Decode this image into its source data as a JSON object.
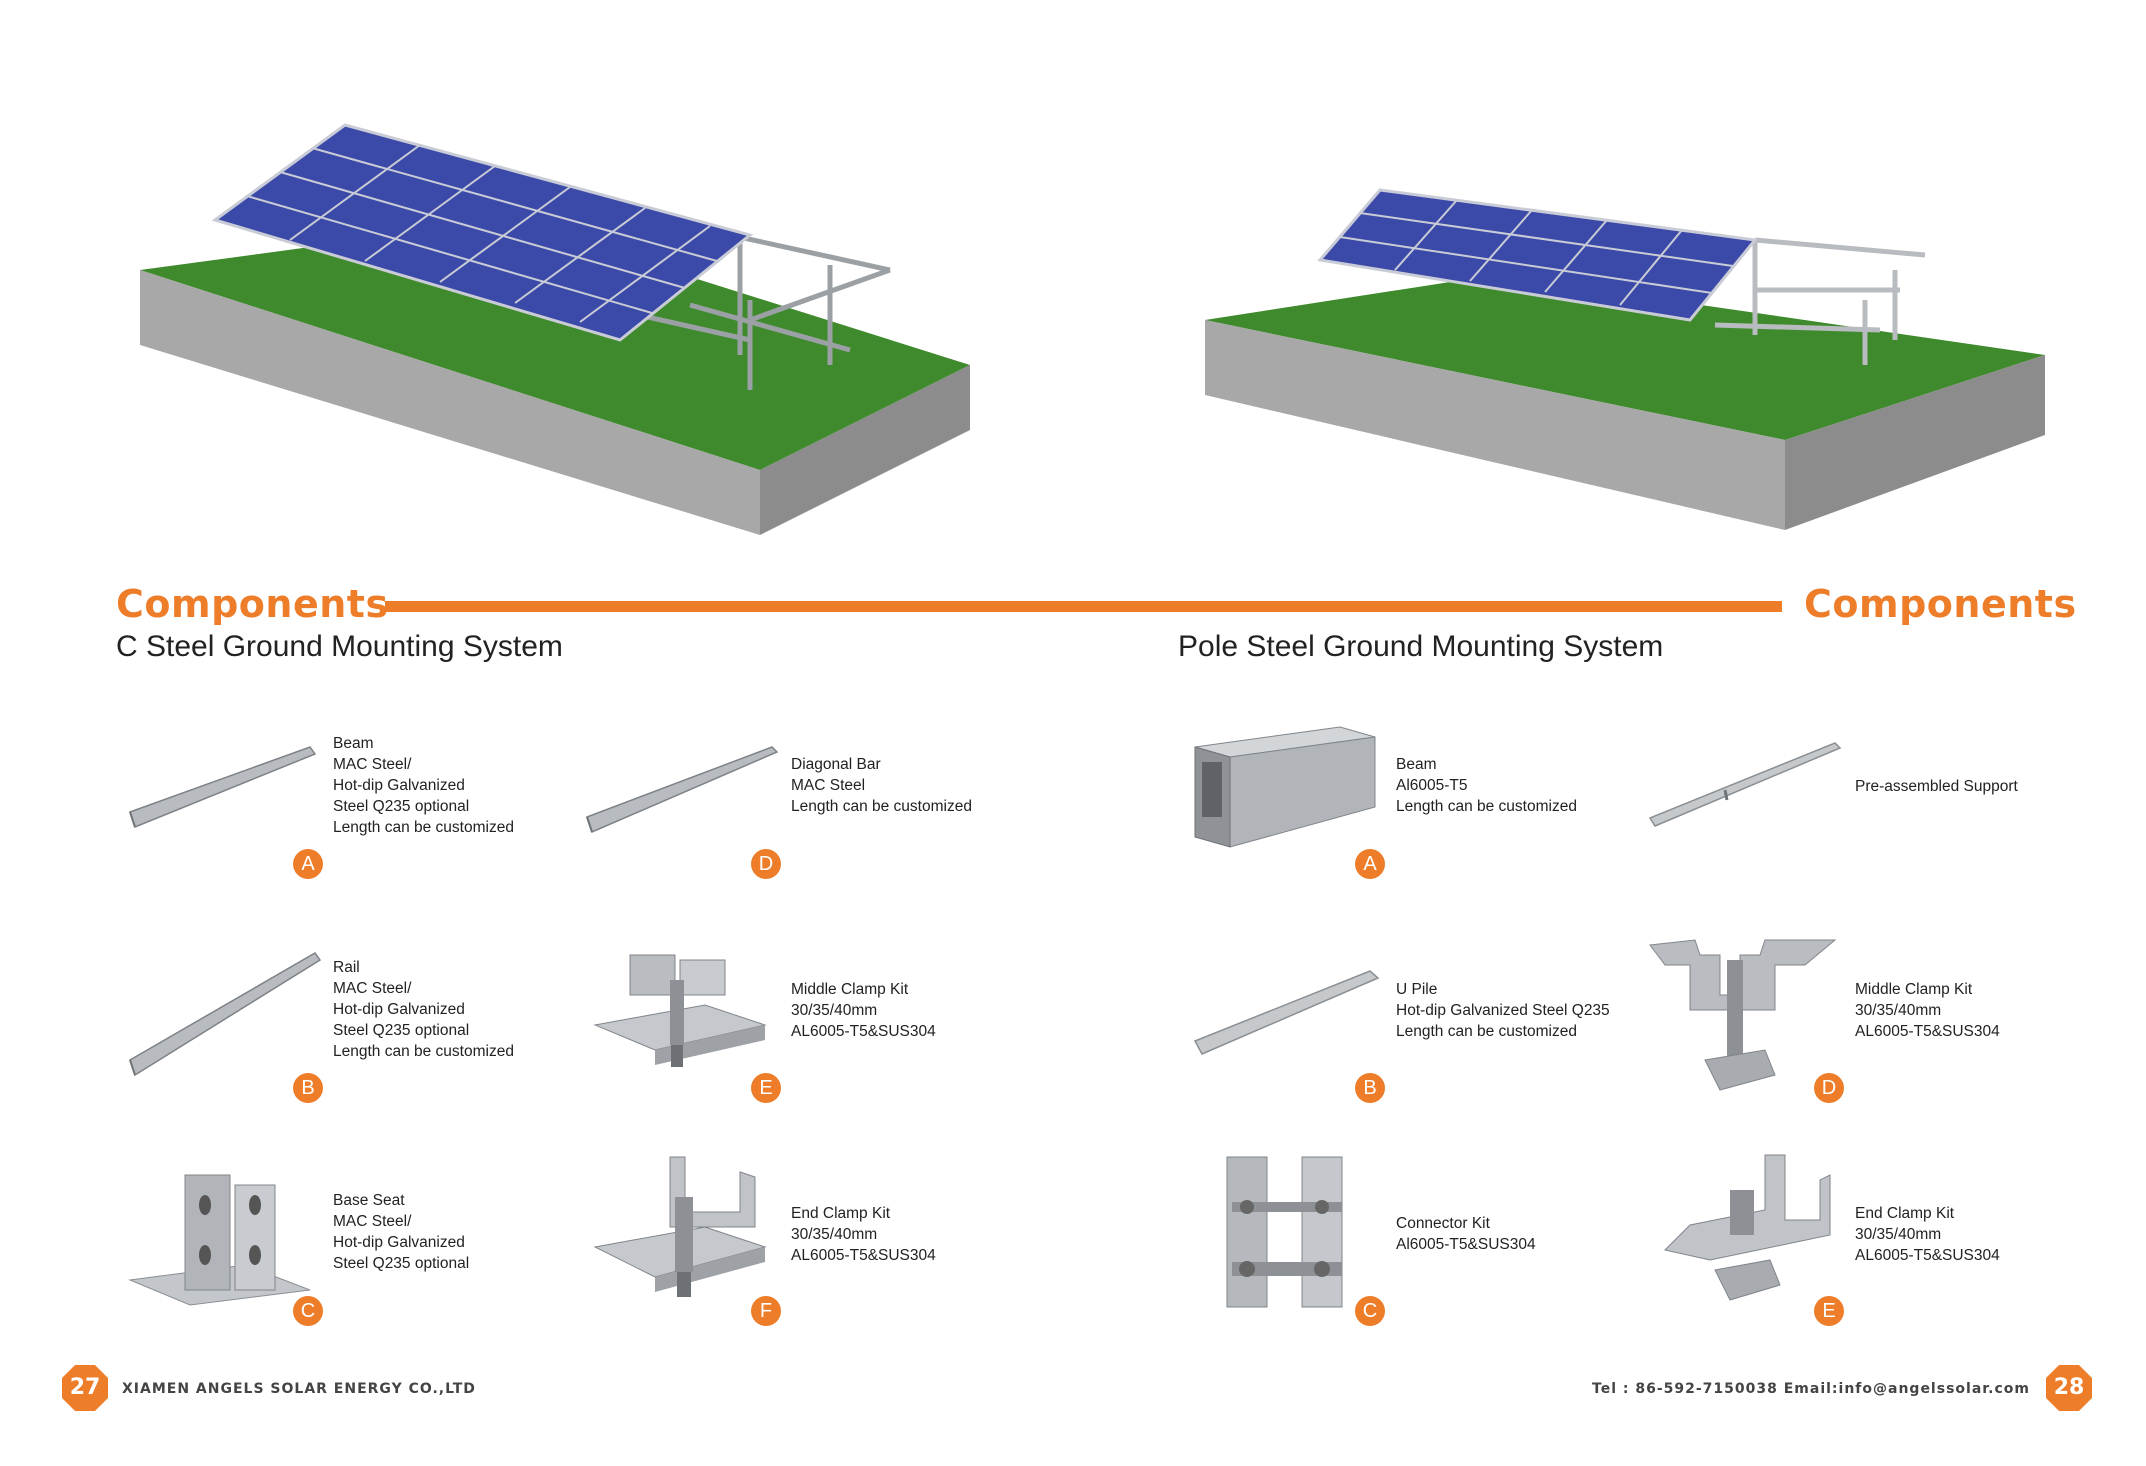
{
  "header_left": "Components",
  "header_right": "Components",
  "left_system": {
    "title": "C Steel Ground Mounting System",
    "items": [
      {
        "letter": "A",
        "lines": [
          "Beam",
          "MAC Steel/",
          "Hot-dip Galvanized",
          "Steel Q235 optional",
          "Length can be customized"
        ]
      },
      {
        "letter": "B",
        "lines": [
          "Rail",
          "MAC Steel/",
          "Hot-dip Galvanized",
          "Steel Q235 optional",
          "Length can be customized"
        ]
      },
      {
        "letter": "C",
        "lines": [
          "Base Seat",
          "MAC Steel/",
          "Hot-dip Galvanized",
          "Steel Q235 optional"
        ]
      },
      {
        "letter": "D",
        "lines": [
          "Diagonal Bar",
          "MAC Steel",
          "Length can be customized"
        ]
      },
      {
        "letter": "E",
        "lines": [
          "Middle Clamp Kit",
          "30/35/40mm",
          "AL6005-T5&SUS304"
        ]
      },
      {
        "letter": "F",
        "lines": [
          "End Clamp Kit",
          "30/35/40mm",
          "AL6005-T5&SUS304"
        ]
      }
    ]
  },
  "right_system": {
    "title": "Pole Steel Ground Mounting System",
    "items": [
      {
        "letter": "A",
        "lines": [
          "Beam",
          "Al6005-T5",
          "Length can be customized"
        ]
      },
      {
        "letter": "B",
        "lines": [
          "U Pile",
          "Hot-dip Galvanized Steel Q235",
          "Length can be customized"
        ]
      },
      {
        "letter": "C",
        "lines": [
          "Connector Kit",
          "Al6005-T5&SUS304"
        ]
      },
      {
        "letter": "",
        "lines": [
          "Pre-assembled Support"
        ]
      },
      {
        "letter": "D",
        "lines": [
          "Middle Clamp Kit",
          "30/35/40mm",
          "AL6005-T5&SUS304"
        ]
      },
      {
        "letter": "E",
        "lines": [
          "End Clamp Kit",
          "30/35/40mm",
          "AL6005-T5&SUS304"
        ]
      }
    ]
  },
  "footer": {
    "company": "XIAMEN ANGELS SOLAR ENERGY CO.,LTD",
    "contact": "Tel : 86-592-7150038  Email:info@angelssolar.com",
    "page_left": "27",
    "page_right": "28"
  },
  "colors": {
    "accent": "#ee7d2a",
    "grass": "#3f8a2c",
    "panel": "#3b4aa8",
    "metal": "#b9bcc0"
  }
}
